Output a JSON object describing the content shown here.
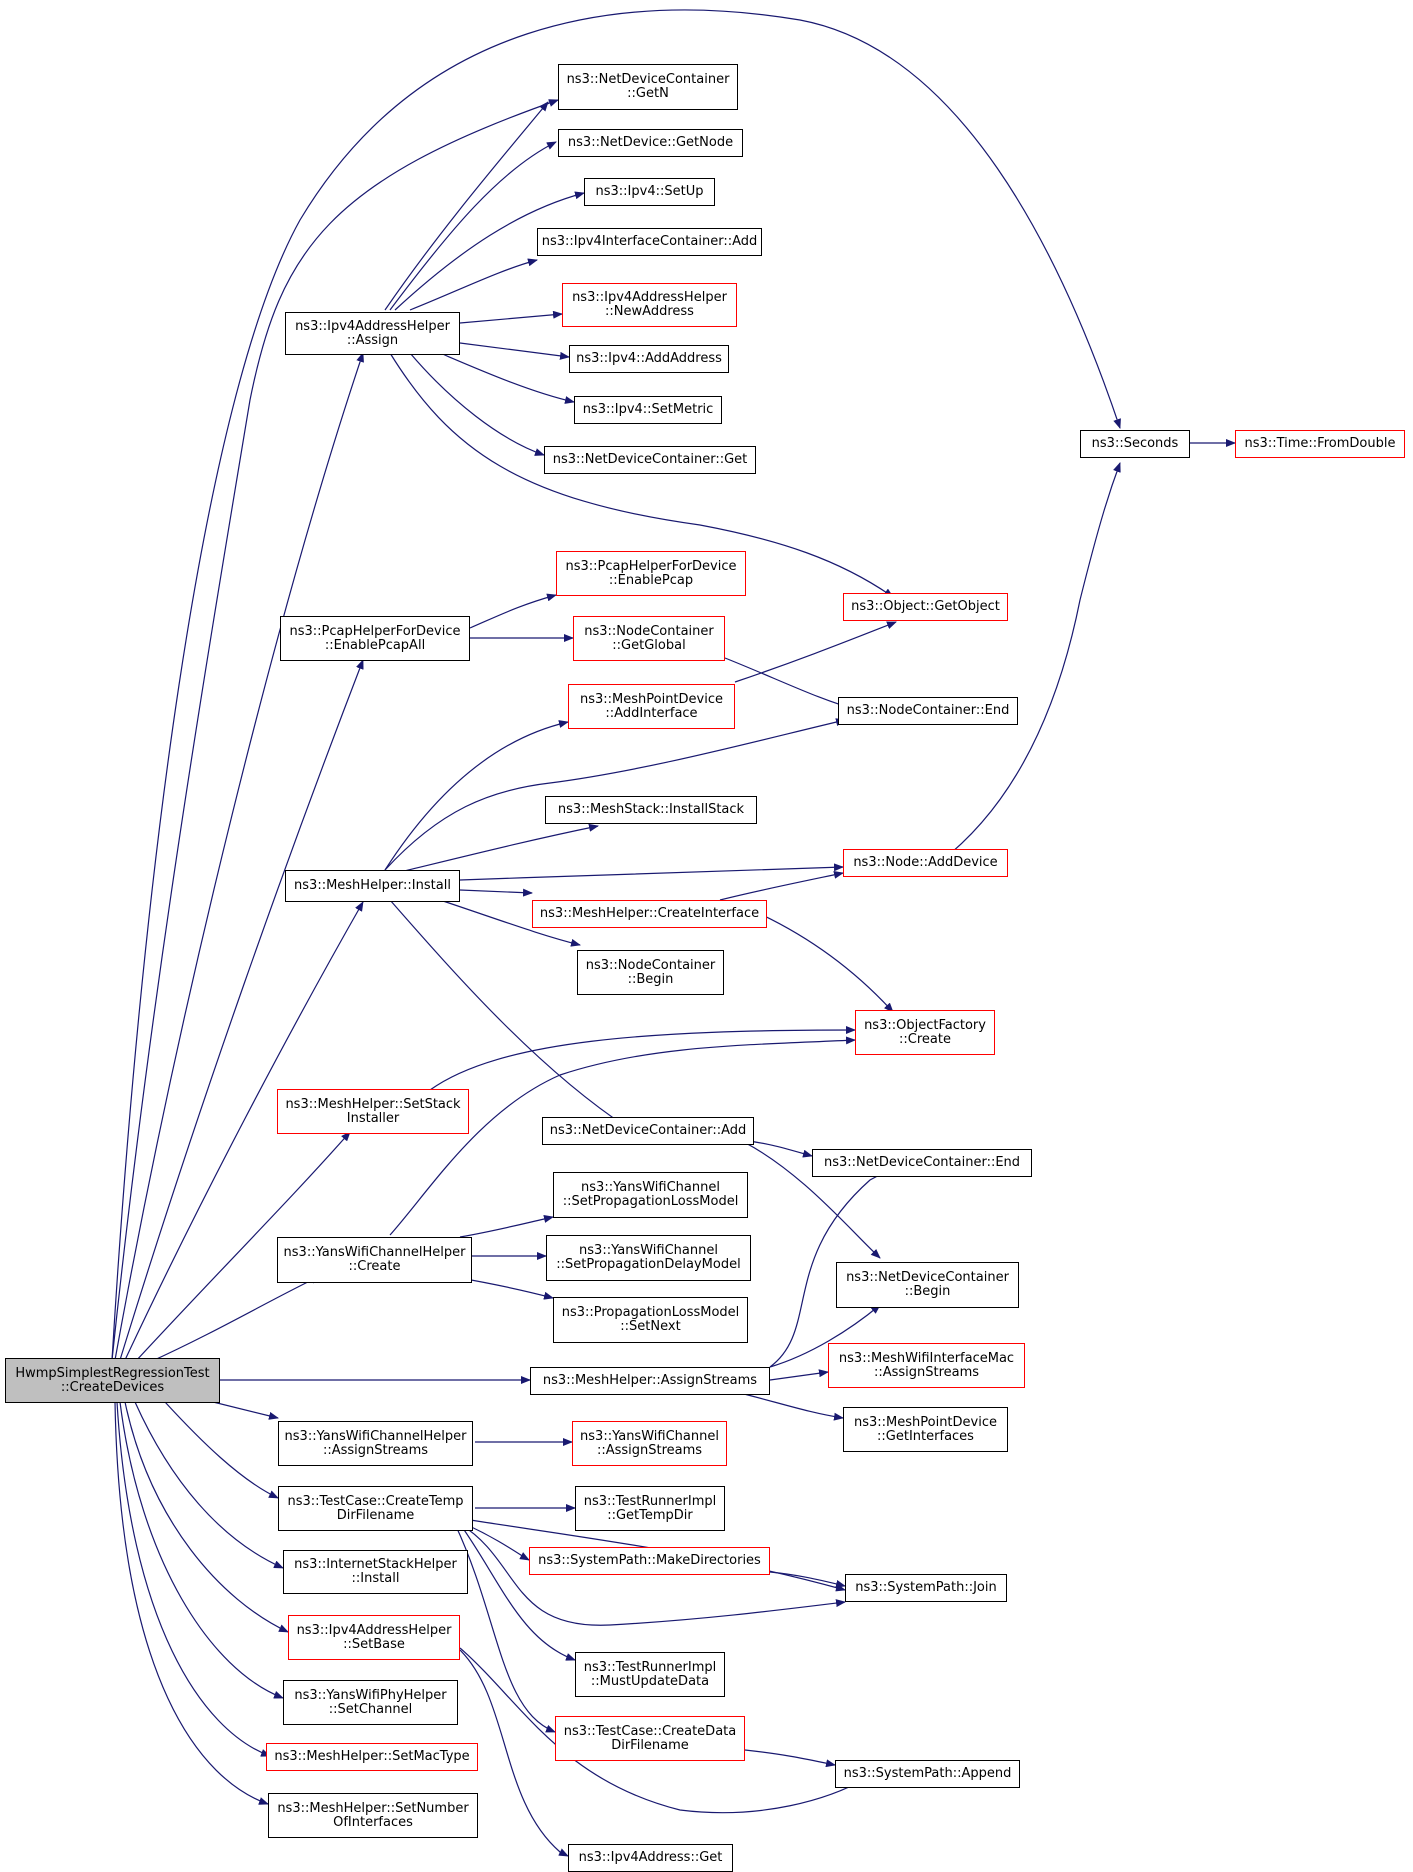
{
  "colors": {
    "edge": "#191970",
    "plain_border": "#000000",
    "undocumented_border": "#ff0000",
    "root_fill": "#bfbfbf"
  },
  "nodes": [
    {
      "id": "root",
      "lines": [
        "HwmpSimplestRegressionTest",
        "::CreateDevices"
      ],
      "style": "root"
    },
    {
      "id": "ndc_getn",
      "lines": [
        "ns3::NetDeviceContainer",
        "::GetN"
      ],
      "style": "plain"
    },
    {
      "id": "nd_getnode",
      "lines": [
        "ns3::NetDevice::GetNode"
      ],
      "style": "plain"
    },
    {
      "id": "ipv4_setup",
      "lines": [
        "ns3::Ipv4::SetUp"
      ],
      "style": "plain"
    },
    {
      "id": "ipv4ic_add",
      "lines": [
        "ns3::Ipv4InterfaceContainer::Add"
      ],
      "style": "plain"
    },
    {
      "id": "ipv4ah_newaddr",
      "lines": [
        "ns3::Ipv4AddressHelper",
        "::NewAddress"
      ],
      "style": "red"
    },
    {
      "id": "ipv4ah_assign",
      "lines": [
        "ns3::Ipv4AddressHelper",
        "::Assign"
      ],
      "style": "plain"
    },
    {
      "id": "ipv4_addaddr",
      "lines": [
        "ns3::Ipv4::AddAddress"
      ],
      "style": "plain"
    },
    {
      "id": "ipv4_setmetric",
      "lines": [
        "ns3::Ipv4::SetMetric"
      ],
      "style": "plain"
    },
    {
      "id": "ndc_get",
      "lines": [
        "ns3::NetDeviceContainer::Get"
      ],
      "style": "plain"
    },
    {
      "id": "seconds",
      "lines": [
        "ns3::Seconds"
      ],
      "style": "plain"
    },
    {
      "id": "fromdouble",
      "lines": [
        "ns3::Time::FromDouble"
      ],
      "style": "red"
    },
    {
      "id": "pcap_enable",
      "lines": [
        "ns3::PcapHelperForDevice",
        "::EnablePcap"
      ],
      "style": "red"
    },
    {
      "id": "pcap_enableall",
      "lines": [
        "ns3::PcapHelperForDevice",
        "::EnablePcapAll"
      ],
      "style": "plain"
    },
    {
      "id": "nc_global",
      "lines": [
        "ns3::NodeContainer",
        "::GetGlobal"
      ],
      "style": "red"
    },
    {
      "id": "obj_getobject",
      "lines": [
        "ns3::Object::GetObject"
      ],
      "style": "red"
    },
    {
      "id": "mpd_addif",
      "lines": [
        "ns3::MeshPointDevice",
        "::AddInterface"
      ],
      "style": "red"
    },
    {
      "id": "nc_end",
      "lines": [
        "ns3::NodeContainer::End"
      ],
      "style": "plain"
    },
    {
      "id": "ms_installstack",
      "lines": [
        "ns3::MeshStack::InstallStack"
      ],
      "style": "plain"
    },
    {
      "id": "mh_install",
      "lines": [
        "ns3::MeshHelper::Install"
      ],
      "style": "plain"
    },
    {
      "id": "node_adddevice",
      "lines": [
        "ns3::Node::AddDevice"
      ],
      "style": "red"
    },
    {
      "id": "mh_createif",
      "lines": [
        "ns3::MeshHelper::CreateInterface"
      ],
      "style": "red"
    },
    {
      "id": "nc_begin",
      "lines": [
        "ns3::NodeContainer",
        "::Begin"
      ],
      "style": "plain"
    },
    {
      "id": "of_create",
      "lines": [
        "ns3::ObjectFactory",
        "::Create"
      ],
      "style": "red"
    },
    {
      "id": "mh_setstack",
      "lines": [
        "ns3::MeshHelper::SetStack",
        "Installer"
      ],
      "style": "red"
    },
    {
      "id": "ndc_add",
      "lines": [
        "ns3::NetDeviceContainer::Add"
      ],
      "style": "plain"
    },
    {
      "id": "ndc_end",
      "lines": [
        "ns3::NetDeviceContainer::End"
      ],
      "style": "plain"
    },
    {
      "id": "ywc_setploss",
      "lines": [
        "ns3::YansWifiChannel",
        "::SetPropagationLossModel"
      ],
      "style": "plain"
    },
    {
      "id": "ywch_create",
      "lines": [
        "ns3::YansWifiChannelHelper",
        "::Create"
      ],
      "style": "plain"
    },
    {
      "id": "ywc_setpdelay",
      "lines": [
        "ns3::YansWifiChannel",
        "::SetPropagationDelayModel"
      ],
      "style": "plain"
    },
    {
      "id": "ndc_begin",
      "lines": [
        "ns3::NetDeviceContainer",
        "::Begin"
      ],
      "style": "plain"
    },
    {
      "id": "plm_setnext",
      "lines": [
        "ns3::PropagationLossModel",
        "::SetNext"
      ],
      "style": "plain"
    },
    {
      "id": "mh_assignstreams",
      "lines": [
        "ns3::MeshHelper::AssignStreams"
      ],
      "style": "plain"
    },
    {
      "id": "mwim_assignstreams",
      "lines": [
        "ns3::MeshWifiInterfaceMac",
        "::AssignStreams"
      ],
      "style": "red"
    },
    {
      "id": "mpd_getifs",
      "lines": [
        "ns3::MeshPointDevice",
        "::GetInterfaces"
      ],
      "style": "plain"
    },
    {
      "id": "ywch_assignstreams",
      "lines": [
        "ns3::YansWifiChannelHelper",
        "::AssignStreams"
      ],
      "style": "plain"
    },
    {
      "id": "ywc_assignstreams",
      "lines": [
        "ns3::YansWifiChannel",
        "::AssignStreams"
      ],
      "style": "red"
    },
    {
      "id": "tc_createtemp",
      "lines": [
        "ns3::TestCase::CreateTemp",
        "DirFilename"
      ],
      "style": "plain"
    },
    {
      "id": "tri_gettempdir",
      "lines": [
        "ns3::TestRunnerImpl",
        "::GetTempDir"
      ],
      "style": "plain"
    },
    {
      "id": "sp_makedirs",
      "lines": [
        "ns3::SystemPath::MakeDirectories"
      ],
      "style": "red"
    },
    {
      "id": "sp_join",
      "lines": [
        "ns3::SystemPath::Join"
      ],
      "style": "plain"
    },
    {
      "id": "ish_install",
      "lines": [
        "ns3::InternetStackHelper",
        "::Install"
      ],
      "style": "plain"
    },
    {
      "id": "ipv4ah_setbase",
      "lines": [
        "ns3::Ipv4AddressHelper",
        "::SetBase"
      ],
      "style": "red"
    },
    {
      "id": "tri_mustupdate",
      "lines": [
        "ns3::TestRunnerImpl",
        "::MustUpdateData"
      ],
      "style": "plain"
    },
    {
      "id": "ywph_setchannel",
      "lines": [
        "ns3::YansWifiPhyHelper",
        "::SetChannel"
      ],
      "style": "plain"
    },
    {
      "id": "tc_createdata",
      "lines": [
        "ns3::TestCase::CreateData",
        "DirFilename"
      ],
      "style": "red"
    },
    {
      "id": "mh_setmactype",
      "lines": [
        "ns3::MeshHelper::SetMacType"
      ],
      "style": "red"
    },
    {
      "id": "sp_append",
      "lines": [
        "ns3::SystemPath::Append"
      ],
      "style": "plain"
    },
    {
      "id": "mh_setnumif",
      "lines": [
        "ns3::MeshHelper::SetNumber",
        "OfInterfaces"
      ],
      "style": "plain"
    },
    {
      "id": "ipv4addr_get",
      "lines": [
        "ns3::Ipv4Address::Get"
      ],
      "style": "plain"
    }
  ]
}
